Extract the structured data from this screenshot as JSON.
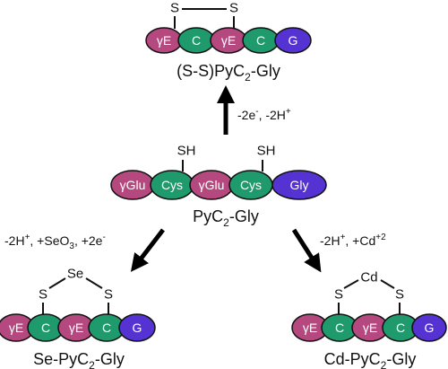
{
  "colors": {
    "glu": "#b5497f",
    "cys": "#1e9a6c",
    "gly": "#5533d3",
    "outline": "#111111",
    "arrow": "#000000"
  },
  "oxidized": {
    "residues": [
      "γE",
      "C",
      "γE",
      "C",
      "G"
    ],
    "atoms": [
      "S",
      "S"
    ],
    "label_main": "(S-S)PyC",
    "label_sub": "2",
    "label_tail": "-Gly"
  },
  "reaction_up": {
    "prefix": "-2e",
    "sup1": "-",
    "mid": ", -2H",
    "sup2": "+"
  },
  "center": {
    "residues": [
      "γGlu",
      "Cys",
      "γGlu",
      "Cys",
      "Gly"
    ],
    "atoms": [
      "SH",
      "SH"
    ],
    "label_main": "PyC",
    "label_sub": "2",
    "label_tail": "-Gly"
  },
  "reaction_left": {
    "p1": "-2H",
    "s1": "+",
    "p2": ", +SeO",
    "s2": "3",
    "p3": ", +2e",
    "s3": "-"
  },
  "reaction_right": {
    "p1": "-2H",
    "s1": "+",
    "p2": ", +Cd",
    "s2": "+2"
  },
  "selenium": {
    "residues": [
      "γE",
      "C",
      "γE",
      "C",
      "G"
    ],
    "atoms": [
      "S",
      "Se",
      "S"
    ],
    "label_main": "Se-PyC",
    "label_sub": "2",
    "label_tail": "-Gly"
  },
  "cadmium": {
    "residues": [
      "γE",
      "C",
      "γE",
      "C",
      "G"
    ],
    "atoms": [
      "S",
      "Cd",
      "S"
    ],
    "label_main": "Cd-PyC",
    "label_sub": "2",
    "label_tail": "-Gly"
  }
}
